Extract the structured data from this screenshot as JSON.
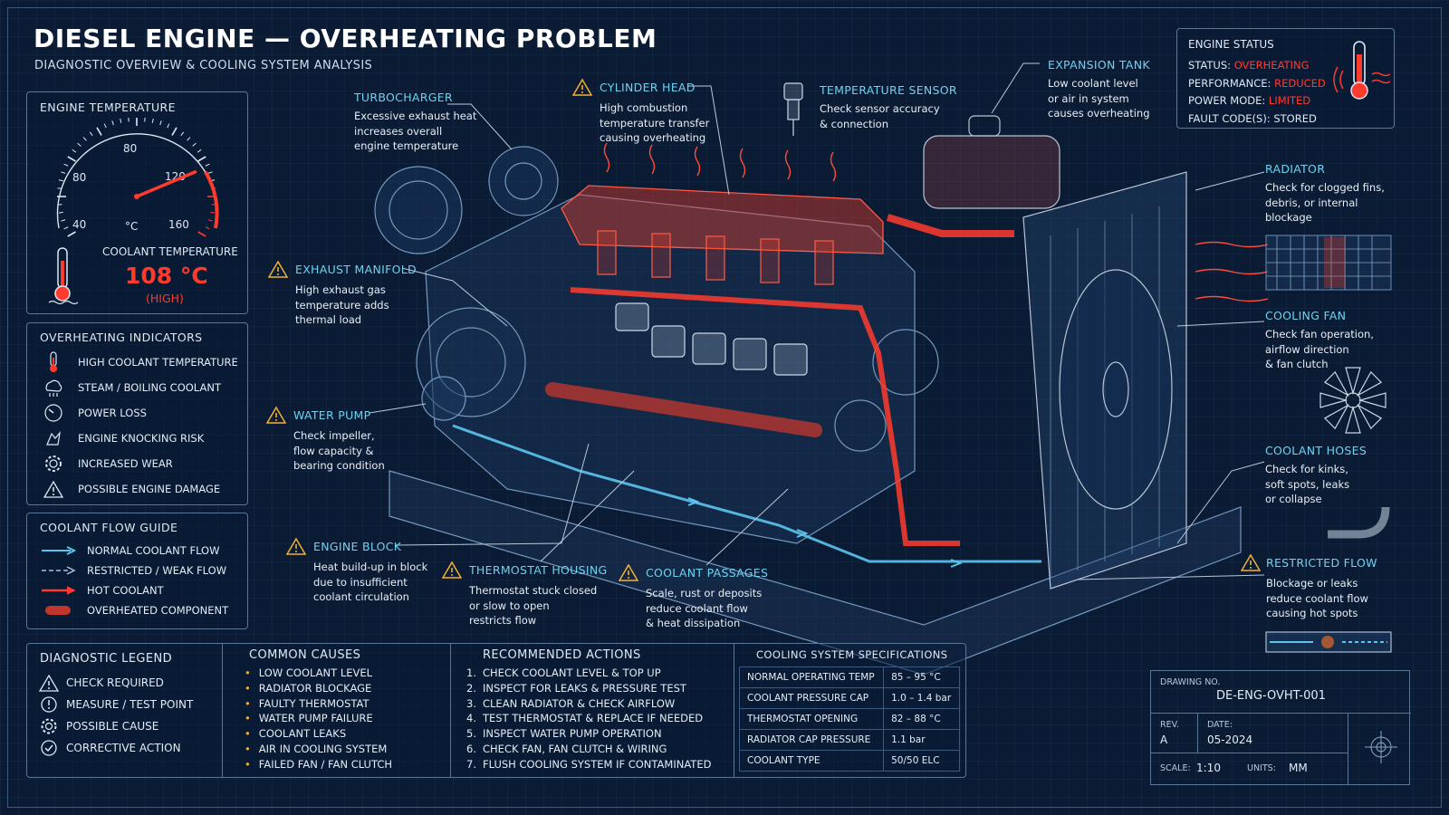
{
  "header": {
    "title": "DIESEL ENGINE — OVERHEATING PROBLEM",
    "subtitle": "DIAGNOSTIC OVERVIEW & COOLING SYSTEM ANALYSIS"
  },
  "engine_temperature": {
    "title": "ENGINE TEMPERATURE",
    "gauge_ticks": [
      "40",
      "80",
      "80",
      "120",
      "160"
    ],
    "unit": "°C",
    "needle_value_fraction": 0.78,
    "coolant_label": "COOLANT TEMPERATURE",
    "coolant_value": "108 °C",
    "coolant_state": "(HIGH)"
  },
  "indicators": {
    "title": "OVERHEATING INDICATORS",
    "items": [
      {
        "label": "HIGH COOLANT TEMPERATURE",
        "icon": "thermometer-icon"
      },
      {
        "label": "STEAM / BOILING COOLANT",
        "icon": "steam-icon"
      },
      {
        "label": "POWER LOSS",
        "icon": "gauge-icon"
      },
      {
        "label": "ENGINE KNOCKING RISK",
        "icon": "knock-icon"
      },
      {
        "label": "INCREASED WEAR",
        "icon": "gear-icon"
      },
      {
        "label": "POSSIBLE ENGINE DAMAGE",
        "icon": "warning-icon"
      }
    ]
  },
  "flow_guide": {
    "title": "COOLANT FLOW GUIDE",
    "items": [
      {
        "label": "NORMAL COOLANT FLOW",
        "color": "#5cc4ee"
      },
      {
        "label": "RESTRICTED / WEAK FLOW",
        "color": "#a9c2dc"
      },
      {
        "label": "HOT COOLANT",
        "color": "#ff3b2e"
      },
      {
        "label": "OVERHEATED COMPONENT",
        "color": "#e0392b"
      }
    ]
  },
  "callouts": {
    "turbocharger": {
      "title": "TURBOCHARGER",
      "desc": [
        "Excessive exhaust heat",
        "increases overall",
        "engine temperature"
      ]
    },
    "cylinder_head": {
      "title": "CYLINDER HEAD",
      "desc": [
        "High combustion",
        "temperature transfer",
        "causing overheating"
      ]
    },
    "temperature_sensor": {
      "title": "TEMPERATURE SENSOR",
      "desc": [
        "Check sensor accuracy",
        "& connection"
      ]
    },
    "expansion_tank": {
      "title": "EXPANSION TANK",
      "desc": [
        "Low coolant level",
        "or air in system",
        "causes overheating"
      ]
    },
    "exhaust_manifold": {
      "title": "EXHAUST MANIFOLD",
      "desc": [
        "High exhaust gas",
        "temperature adds",
        "thermal load"
      ]
    },
    "water_pump": {
      "title": "WATER PUMP",
      "desc": [
        "Check impeller,",
        "flow capacity &",
        "bearing condition"
      ]
    },
    "engine_block": {
      "title": "ENGINE BLOCK",
      "desc": [
        "Heat build-up in block",
        "due to insufficient",
        "coolant circulation"
      ]
    },
    "thermostat_housing": {
      "title": "THERMOSTAT HOUSING",
      "desc": [
        "Thermostat stuck closed",
        "or slow to open",
        "restricts flow"
      ]
    },
    "coolant_passages": {
      "title": "COOLANT PASSAGES",
      "desc": [
        "Scale, rust or deposits",
        "reduce coolant flow",
        "& heat dissipation"
      ]
    },
    "radiator": {
      "title": "RADIATOR",
      "desc": [
        "Check for clogged fins,",
        "debris, or internal",
        "blockage"
      ]
    },
    "cooling_fan": {
      "title": "COOLING FAN",
      "desc": [
        "Check fan operation,",
        "airflow direction",
        "& fan clutch"
      ]
    },
    "coolant_hoses": {
      "title": "COOLANT HOSES",
      "desc": [
        "Check for kinks,",
        "soft spots, leaks",
        "or collapse"
      ]
    },
    "restricted_flow": {
      "title": "RESTRICTED FLOW",
      "desc": [
        "Blockage or leaks",
        "reduce coolant flow",
        "causing hot spots"
      ]
    }
  },
  "engine_status": {
    "title": "ENGINE STATUS",
    "rows": [
      {
        "label": "STATUS:",
        "value": "OVERHEATING",
        "color": "#ff3b2e"
      },
      {
        "label": "PERFORMANCE:",
        "value": "REDUCED",
        "color": "#ff3b2e"
      },
      {
        "label": "POWER MODE:",
        "value": "LIMITED",
        "color": "#ff3b2e"
      },
      {
        "label": "FAULT CODE(S):",
        "value": "STORED",
        "color": "#dfe8f3"
      }
    ]
  },
  "diagnostic_legend": {
    "title": "DIAGNOSTIC LEGEND",
    "items": [
      {
        "label": "CHECK REQUIRED",
        "icon": "warning-icon"
      },
      {
        "label": "MEASURE / TEST POINT",
        "icon": "exclamation-circle-icon"
      },
      {
        "label": "POSSIBLE CAUSE",
        "icon": "gear-icon"
      },
      {
        "label": "CORRECTIVE ACTION",
        "icon": "check-circle-icon"
      }
    ]
  },
  "common_causes": {
    "title": "COMMON CAUSES",
    "items": [
      "LOW COOLANT LEVEL",
      "RADIATOR BLOCKAGE",
      "FAULTY THERMOSTAT",
      "WATER PUMP FAILURE",
      "COOLANT LEAKS",
      "AIR IN COOLING SYSTEM",
      "FAILED FAN / FAN CLUTCH"
    ]
  },
  "recommended_actions": {
    "title": "RECOMMENDED ACTIONS",
    "items": [
      "CHECK COOLANT LEVEL & TOP UP",
      "INSPECT FOR LEAKS & PRESSURE TEST",
      "CLEAN RADIATOR & CHECK AIRFLOW",
      "TEST THERMOSTAT & REPLACE IF NEEDED",
      "INSPECT WATER PUMP OPERATION",
      "CHECK FAN, FAN CLUTCH & WIRING",
      "FLUSH COOLING SYSTEM IF CONTAMINATED"
    ]
  },
  "specs": {
    "title": "COOLING SYSTEM SPECIFICATIONS",
    "rows": [
      {
        "label": "NORMAL OPERATING TEMP",
        "value": "85 – 95 °C"
      },
      {
        "label": "COOLANT PRESSURE CAP",
        "value": "1.0 – 1.4 bar"
      },
      {
        "label": "THERMOSTAT OPENING",
        "value": "82 – 88 °C"
      },
      {
        "label": "RADIATOR CAP PRESSURE",
        "value": "1.1 bar"
      },
      {
        "label": "COOLANT TYPE",
        "value": "50/50 ELC"
      }
    ]
  },
  "title_block": {
    "drawing_label": "DRAWING NO.",
    "drawing_value": "DE-ENG-OVHT-001",
    "rev_label": "REV.",
    "rev_value": "A",
    "date_label": "DATE:",
    "date_value": "05-2024",
    "scale_label": "SCALE:",
    "scale_value": "1:10",
    "units_label": "UNITS:",
    "units_value": "MM"
  }
}
